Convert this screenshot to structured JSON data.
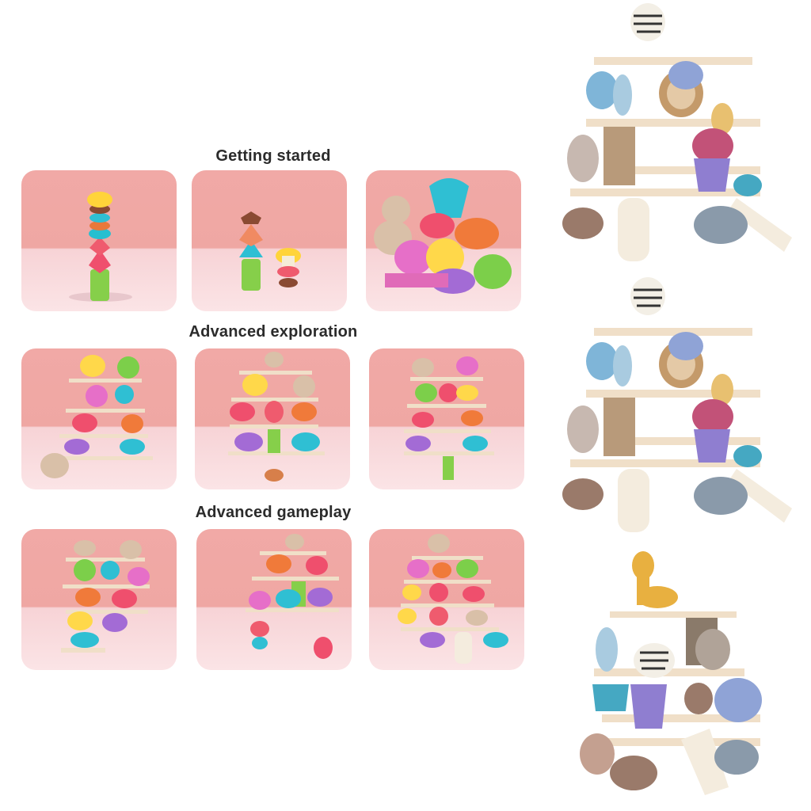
{
  "sections": [
    {
      "title": "Getting started"
    },
    {
      "title": "Advanced exploration"
    },
    {
      "title": "Advanced gameplay"
    }
  ],
  "colors": {
    "card_wall": "#f0a8a4",
    "card_floor": "#fbe4e6",
    "wood_plank": "#f0dfc8",
    "heading_text": "#2b2b2b"
  },
  "photos": {
    "left_grid": [
      [
        "stacked-blocks-tower",
        "blocks-and-mushroom",
        "dinosaur-pile"
      ],
      [
        "dinosaur-stack-1",
        "dinosaur-stack-2",
        "dinosaur-stack-3"
      ],
      [
        "dinosaur-balance-1",
        "dinosaur-balance-2",
        "dinosaur-balance-3"
      ]
    ],
    "right_column": [
      "animal-stack-zebra-top",
      "animal-stack-zebra-top-2",
      "animal-stack-giraffe-top"
    ]
  }
}
